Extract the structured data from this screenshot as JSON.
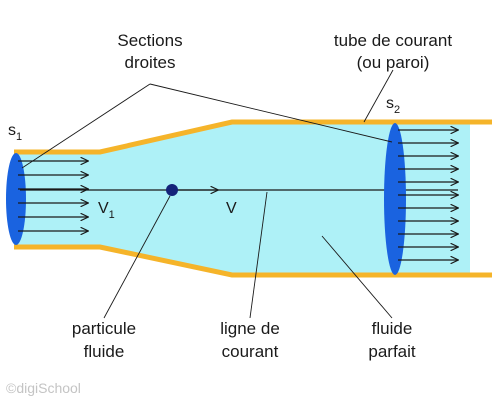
{
  "colors": {
    "fluid": "#aef1f7",
    "wall": "#f5b42a",
    "section": "#1a63e0",
    "particle": "#15237a",
    "line": "#1a1a1a",
    "watermark": "#c4c4c4"
  },
  "labels": {
    "sections_line1": "Sections",
    "sections_line2": "droites",
    "tube_line1": "tube de courant",
    "tube_line2": "(ou paroi)",
    "particle_line1": "particule",
    "particle_line2": "fluide",
    "streamline_line1": "ligne de",
    "streamline_line2": "courant",
    "fluid_line1": "fluide",
    "fluid_line2": "parfait"
  },
  "symbols": {
    "s1_base": "s",
    "s1_sub": "1",
    "s2_base": "s",
    "s2_sub": "2",
    "v1_base": "V",
    "v1_sub": "1",
    "v": "V"
  },
  "watermark": "©digiSchool"
}
